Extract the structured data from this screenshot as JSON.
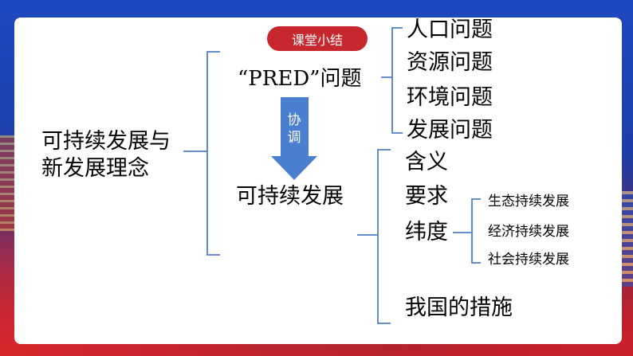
{
  "header": {
    "badge": "课堂小结"
  },
  "root": {
    "line1": "可持续发展与",
    "line2": "新发展理念"
  },
  "pred": {
    "label": "“PRED”问题",
    "items": [
      "人口问题",
      "资源问题",
      "环境问题",
      "发展问题"
    ]
  },
  "arrow": {
    "line1": "协",
    "line2": "调"
  },
  "sustainable": {
    "label": "可持续发展",
    "items": [
      "含义",
      "要求",
      "纬度",
      "我国的措施"
    ],
    "dimensions": [
      "生态持续发展",
      "经济持续发展",
      "社会持续发展"
    ]
  },
  "colors": {
    "line": "#4f7fc8",
    "badge": "#c7282d",
    "arrow": "#4a7fd0"
  }
}
